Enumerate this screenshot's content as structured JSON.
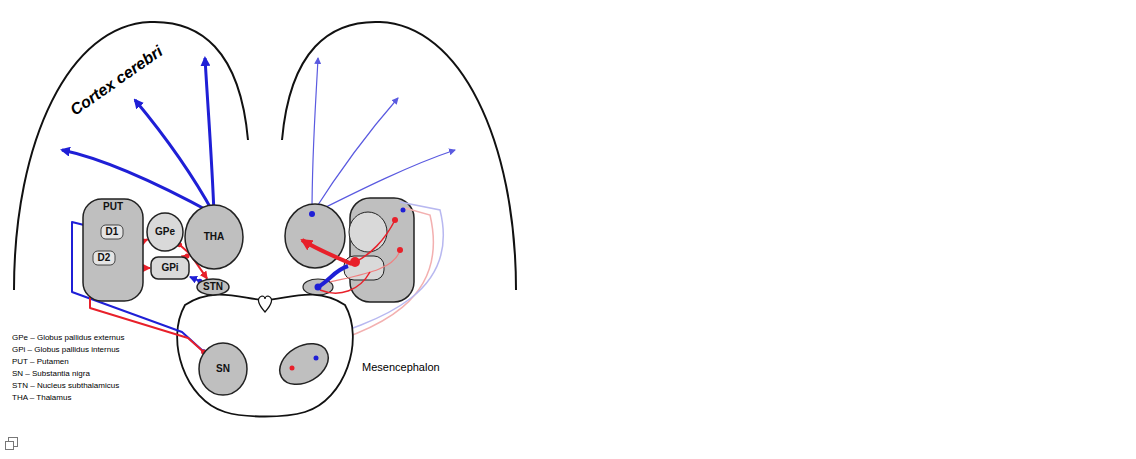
{
  "diagram": {
    "nodes": [
      {
        "text": [
          "PUT"
        ]
      },
      {
        "text": [
          "D1"
        ],
        "in": 0
      },
      {
        "text": [
          "D2"
        ],
        "in": 0
      },
      {
        "text": [
          "GPe"
        ]
      },
      {
        "text": [
          "GPi"
        ]
      },
      {
        "text": [
          "THA"
        ]
      },
      {
        "text": [
          "STN"
        ]
      },
      {
        "text": [
          "SN"
        ]
      }
    ],
    "edges": [
      {
        "from": 7,
        "to": 1,
        "arrow": "to"
      },
      {
        "from": 7,
        "to": 2,
        "arrow": "to"
      },
      {
        "from": 1,
        "to": 4,
        "arrow": "to"
      },
      {
        "from": 2,
        "to": 3,
        "arrow": "to"
      },
      {
        "from": 3,
        "to": 6,
        "arrow": "to"
      },
      {
        "from": 6,
        "to": 4,
        "arrow": "to"
      },
      {
        "from": 4,
        "to": 5,
        "arrow": "to"
      }
    ],
    "labels": [
      "Cortex cerebri",
      "Mesencephalon",
      "GPe – Globus pallidus externus",
      "GPi – Globus pallidus internus",
      "PUT – Putamen",
      "SN – Substantia nigra",
      "STN – Nucleus subthalamicus",
      "THA – Thalamus"
    ]
  }
}
